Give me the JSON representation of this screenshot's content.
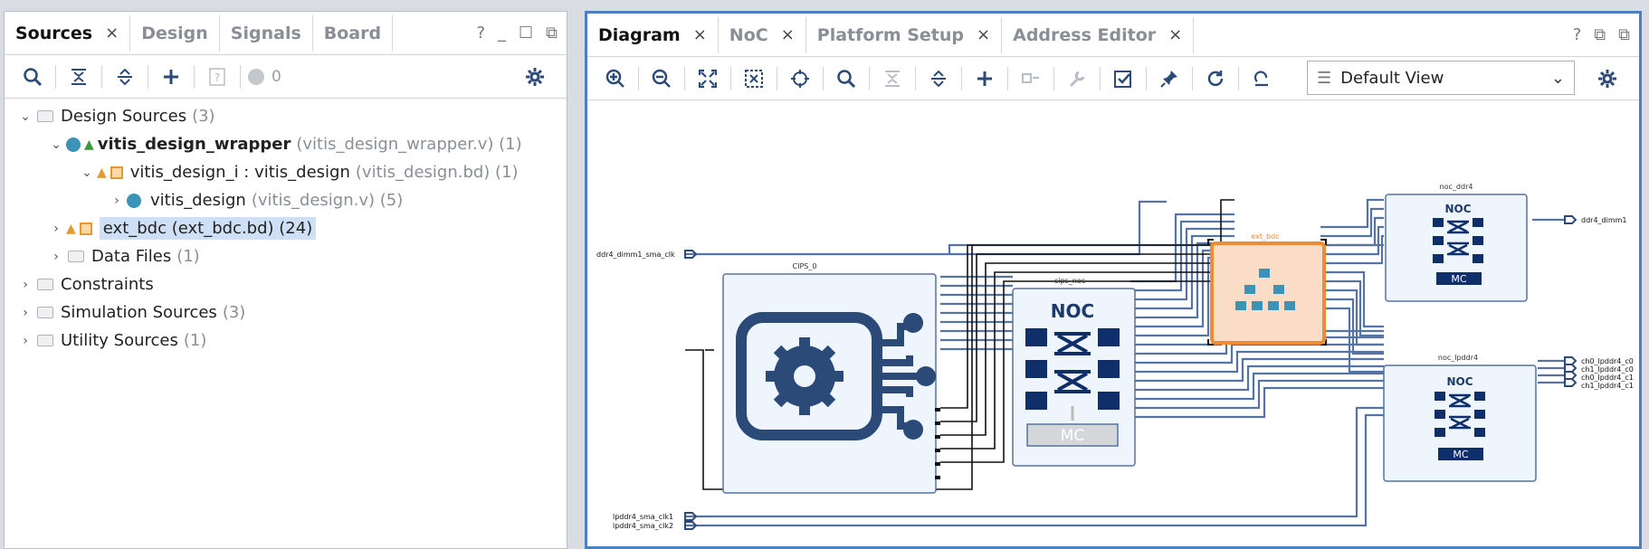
{
  "left": {
    "tabs": [
      {
        "label": "Sources",
        "close": "×"
      },
      {
        "label": "Design"
      },
      {
        "label": "Signals"
      },
      {
        "label": "Board"
      }
    ],
    "tab_controls": {
      "help": "?",
      "min": "_",
      "max": "☐",
      "float": "⧉"
    },
    "toolbar": {
      "count": "0"
    },
    "tree": {
      "design_sources": {
        "label": "Design Sources",
        "count": "(3)"
      },
      "wrapper": {
        "label": "vitis_design_wrapper",
        "file": "(vitis_design_wrapper.v) (1)"
      },
      "design_i": {
        "label": "vitis_design_i : vitis_design",
        "file": "(vitis_design.bd) (1)"
      },
      "design": {
        "label": "vitis_design",
        "file": "(vitis_design.v) (5)"
      },
      "ext_bdc": {
        "label": "ext_bdc (ext_bdc.bd) (24)"
      },
      "data_files": {
        "label": "Data Files",
        "count": "(1)"
      },
      "constraints": {
        "label": "Constraints"
      },
      "sim_sources": {
        "label": "Simulation Sources",
        "count": "(3)"
      },
      "utility_sources": {
        "label": "Utility Sources",
        "count": "(1)"
      }
    }
  },
  "right": {
    "tabs": [
      {
        "label": "Diagram",
        "close": "×"
      },
      {
        "label": "NoC",
        "close": "×"
      },
      {
        "label": "Platform Setup",
        "close": "×"
      },
      {
        "label": "Address Editor",
        "close": "×"
      }
    ],
    "tab_controls": {
      "help": "?",
      "restore": "⧉",
      "float": "⧉"
    },
    "view_select": "Default View"
  },
  "diagram": {
    "cips": {
      "title": "CIPS_0"
    },
    "cips_noc": {
      "title": "cips_noc",
      "noc": "NOC",
      "mc": "MC"
    },
    "ext_bdc": {
      "title": "ext_bdc"
    },
    "noc_ddr4": {
      "title": "noc_ddr4",
      "noc": "NOC",
      "mc": "MC"
    },
    "noc_lpddr4": {
      "title": "noc_lpddr4",
      "noc": "NOC",
      "mc": "MC"
    },
    "ports_in": {
      "ddr4_clk": "ddr4_dimm1_sma_clk",
      "lp_clk1": "lpddr4_sma_clk1",
      "lp_clk2": "lpddr4_sma_clk2"
    },
    "ports_out": {
      "ddr4": "ddr4_dimm1",
      "ch0_c0": "ch0_lpddr4_c0",
      "ch1_c0": "ch1_lpddr4_c0",
      "ch0_c1": "ch0_lpddr4_c1",
      "ch1_c1": "ch1_lpddr4_c1"
    }
  },
  "colors": {
    "accent": "#4a7fc1",
    "icon": "#2c4a78",
    "selection": "#cfe0f6",
    "bdc": "#f28a30"
  }
}
